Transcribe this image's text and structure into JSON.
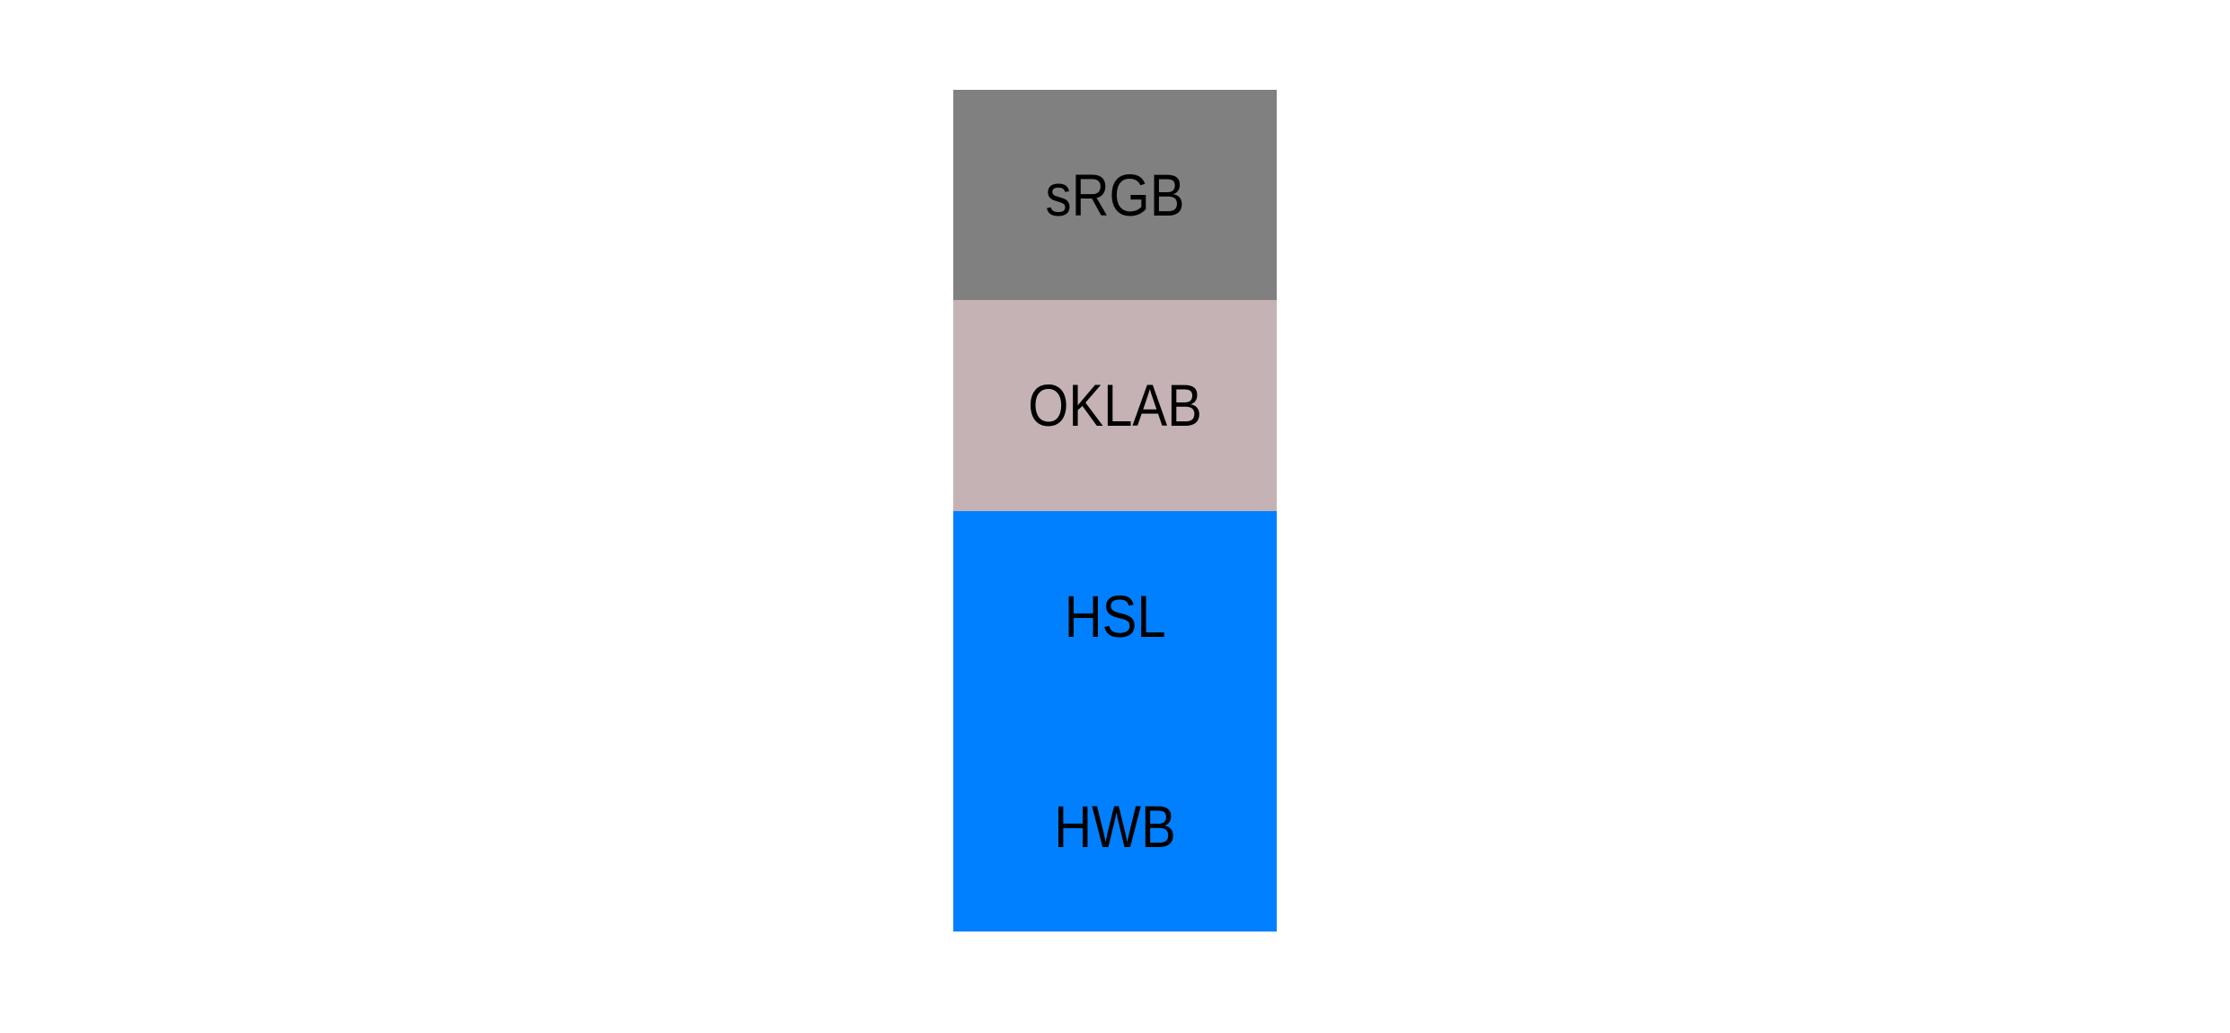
{
  "canvas": {
    "background": "#ffffff"
  },
  "swatches": [
    {
      "label": "sRGB",
      "color": "#808080",
      "label_color": "#000000"
    },
    {
      "label": "OKLAB",
      "color": "#c5b2b4",
      "label_color": "#000000"
    },
    {
      "label": "HSL",
      "color": "#0080ff",
      "label_color": "#000000"
    },
    {
      "label": "HWB",
      "color": "#0080ff",
      "label_color": "#000000"
    }
  ]
}
